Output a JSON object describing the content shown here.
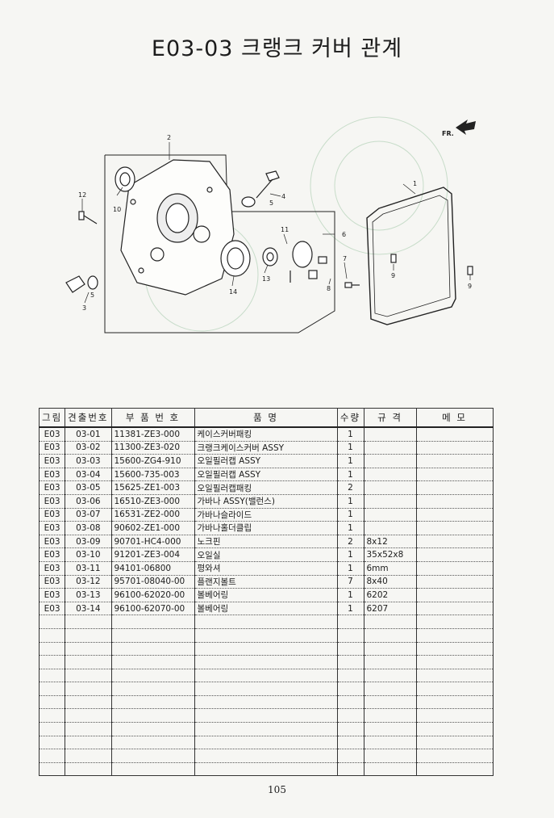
{
  "title": "E03-03  크랭크 커버 관계",
  "diagram": {
    "callouts": [
      "1",
      "2",
      "3",
      "4",
      "5",
      "5",
      "6",
      "7",
      "8",
      "9",
      "9",
      "10",
      "11",
      "12",
      "13",
      "14"
    ],
    "front_label": "FR."
  },
  "table": {
    "headers": [
      "그림",
      "견출번호",
      "부 품 번 호",
      "품      명",
      "수량",
      "규  격",
      "메  모"
    ],
    "rows": [
      [
        "E03",
        "03-01",
        "11381-ZE3-000",
        "케이스커버패킹",
        "1",
        "",
        ""
      ],
      [
        "E03",
        "03-02",
        "11300-ZE3-020",
        "크랭크케이스커버 ASSY",
        "1",
        "",
        ""
      ],
      [
        "E03",
        "03-03",
        "15600-ZG4-910",
        "오일필러캡 ASSY",
        "1",
        "",
        ""
      ],
      [
        "E03",
        "03-04",
        "15600-735-003",
        "오일필러캡 ASSY",
        "1",
        "",
        ""
      ],
      [
        "E03",
        "03-05",
        "15625-ZE1-003",
        "오일필러캡패킹",
        "2",
        "",
        ""
      ],
      [
        "E03",
        "03-06",
        "16510-ZE3-000",
        "가바나 ASSY(밸런스)",
        "1",
        "",
        ""
      ],
      [
        "E03",
        "03-07",
        "16531-ZE2-000",
        "가바나슬라이드",
        "1",
        "",
        ""
      ],
      [
        "E03",
        "03-08",
        "90602-ZE1-000",
        "가바나홀더클립",
        "1",
        "",
        ""
      ],
      [
        "E03",
        "03-09",
        "90701-HC4-000",
        "노크핀",
        "2",
        "8x12",
        ""
      ],
      [
        "E03",
        "03-10",
        "91201-ZE3-004",
        "오일실",
        "1",
        "35x52x8",
        ""
      ],
      [
        "E03",
        "03-11",
        "94101-06800",
        "평와셔",
        "1",
        "6mm",
        ""
      ],
      [
        "E03",
        "03-12",
        "95701-08040-00",
        "플랜지볼트",
        "7",
        "8x40",
        ""
      ],
      [
        "E03",
        "03-13",
        "96100-62020-00",
        "볼베어링",
        "1",
        "6202",
        ""
      ],
      [
        "E03",
        "03-14",
        "96100-62070-00",
        "볼베어링",
        "1",
        "6207",
        ""
      ]
    ],
    "empty_rows": 12
  },
  "page_number": "105"
}
